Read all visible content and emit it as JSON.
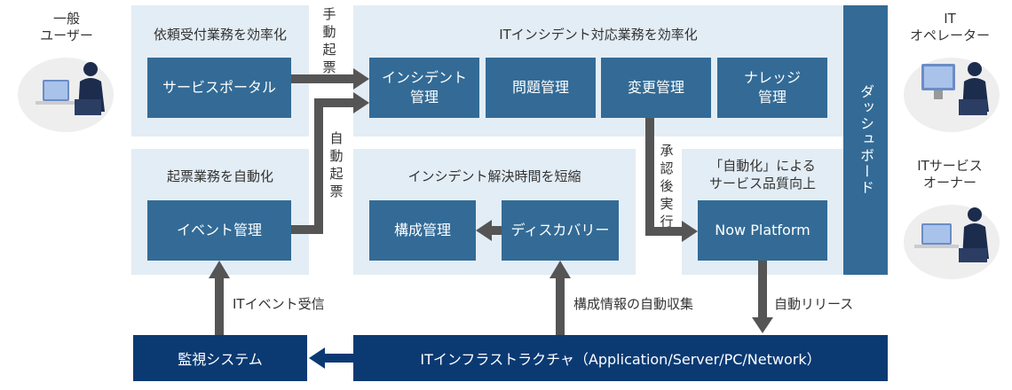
{
  "actors": {
    "general_user": "一般\nユーザー",
    "it_operator": "IT\nオペレーター",
    "it_service_owner": "ITサービス\nオーナー"
  },
  "panels": {
    "request": {
      "title": "依頼受付業務を効率化",
      "block": "サービスポータル"
    },
    "incident_work": {
      "title": "ITインシデント対応業務を効率化",
      "blocks": [
        "インシデント\n管理",
        "問題管理",
        "変更管理",
        "ナレッジ\n管理"
      ]
    },
    "ticketing": {
      "title": "起票業務を自動化",
      "block": "イベント管理"
    },
    "resolution": {
      "title": "インシデント解決時間を短縮",
      "block_left": "構成管理",
      "block_right": "ディスカバリー"
    },
    "quality": {
      "title": "「自動化」による\nサービス品質向上",
      "block": "Now Platform"
    },
    "dashboard": "ダッシュボード"
  },
  "flows": {
    "manual_ticket": "手動起票",
    "auto_ticket": "自動起票",
    "approval": "承認後実行",
    "it_event": "ITイベント受信",
    "config_collect": "構成情報の自動収集",
    "auto_release": "自動リリース"
  },
  "bottom": {
    "monitoring": "監視システム",
    "infrastructure": "ITインフラストラクチャ（Application/Server/PC/Network）"
  },
  "colors": {
    "panel": "#e3edf5",
    "block": "#336b96",
    "navy": "#0b3a73",
    "arrow": "#555555"
  }
}
